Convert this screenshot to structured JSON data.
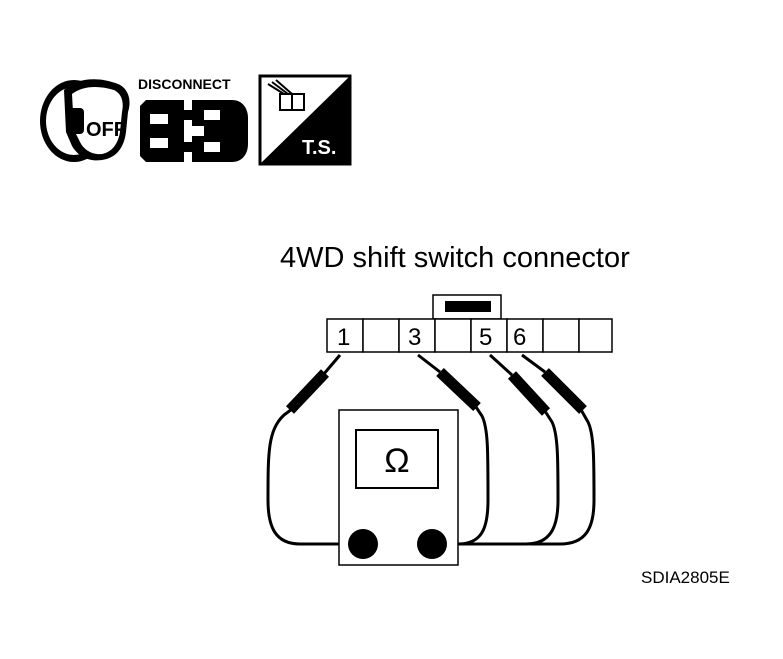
{
  "icons": {
    "key_label": "OFF",
    "disconnect_label": "DISCONNECT",
    "ts_label": "T.S."
  },
  "diagram": {
    "title": "4WD shift switch connector",
    "terminals": [
      "1",
      "",
      "3",
      "",
      "5",
      "6",
      "",
      ""
    ],
    "meter_symbol": "Ω",
    "figure_code": "SDIA2805E"
  }
}
